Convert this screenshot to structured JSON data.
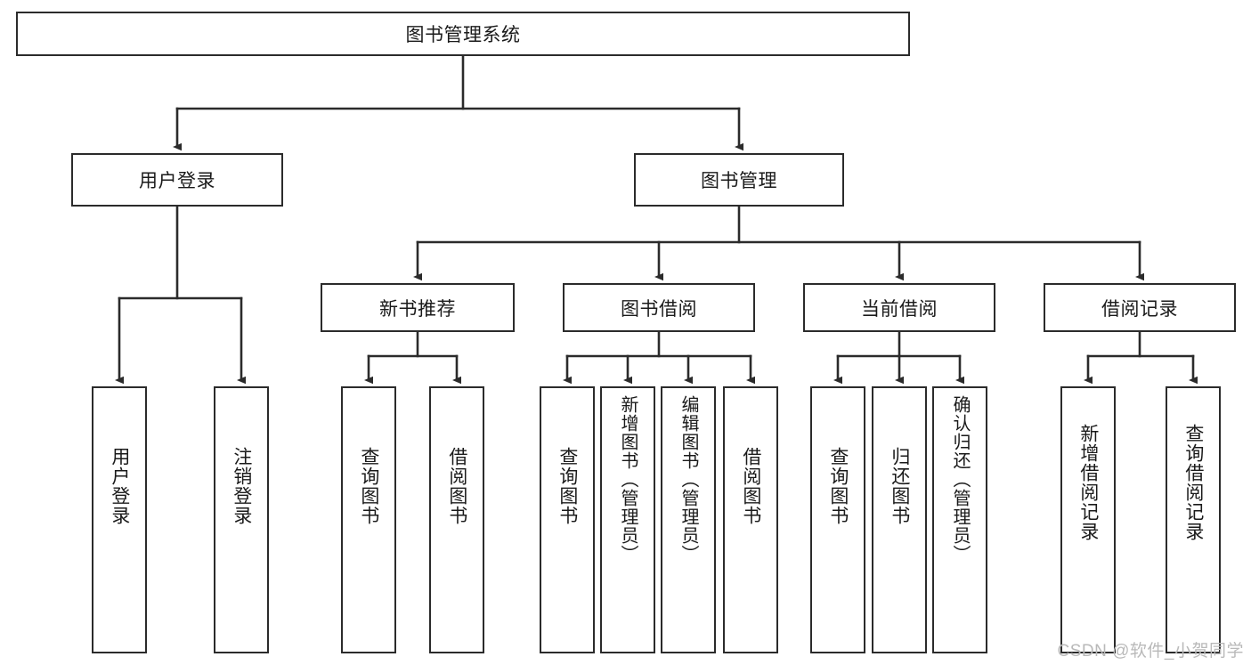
{
  "diagram": {
    "type": "tree-hierarchy",
    "title": "图书管理系统",
    "watermark": "CSDN @软件_小贺同学",
    "colors": {
      "box_border": "#2b2b2b",
      "box_fill": "#ffffff",
      "edge": "#2b2b2b",
      "text": "#1a1a1a",
      "watermark": "#b9b9b9",
      "background": "#ffffff"
    },
    "root": {
      "label": "图书管理系统"
    },
    "level2": [
      {
        "label": "用户登录"
      },
      {
        "label": "图书管理"
      }
    ],
    "level3": [
      {
        "label": "新书推荐"
      },
      {
        "label": "图书借阅"
      },
      {
        "label": "当前借阅"
      },
      {
        "label": "借阅记录"
      }
    ],
    "leaves": {
      "user_login": [
        {
          "label": "用户登录"
        },
        {
          "label": "注销登录"
        }
      ],
      "new_book_recommend": [
        {
          "label": "查询图书"
        },
        {
          "label": "借阅图书"
        }
      ],
      "book_borrow": [
        {
          "label": "查询图书"
        },
        {
          "label": "新增图书（管理员）"
        },
        {
          "label": "编辑图书（管理员）"
        },
        {
          "label": "借阅图书"
        }
      ],
      "current_borrow": [
        {
          "label": "查询图书"
        },
        {
          "label": "归还图书"
        },
        {
          "label": "确认归还（管理员）"
        }
      ],
      "borrow_record": [
        {
          "label": "新增借阅记录"
        },
        {
          "label": "查询借阅记录"
        }
      ]
    }
  }
}
